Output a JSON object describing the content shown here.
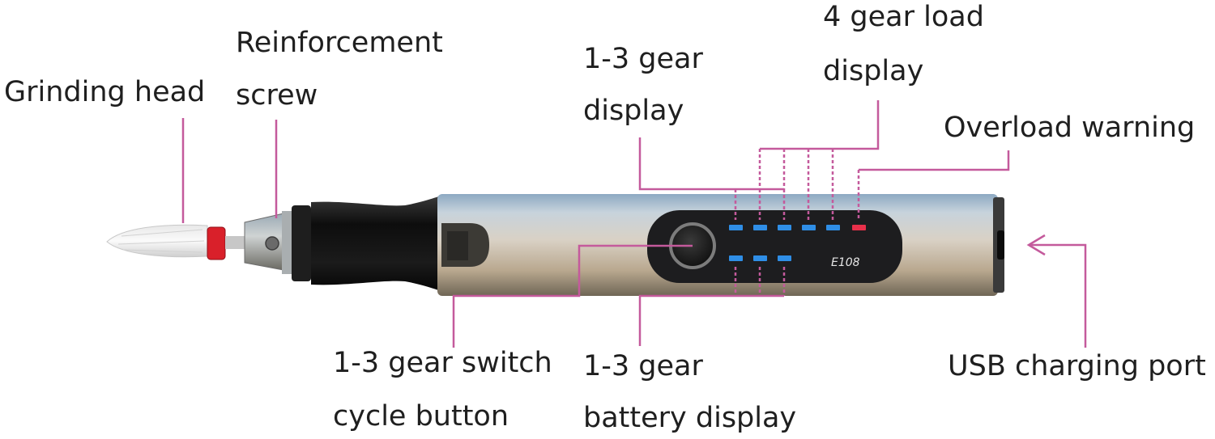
{
  "labels": {
    "grinding_head": "Grinding head",
    "reinforcement_screw_1": "Reinforcement",
    "reinforcement_screw_2": "screw",
    "gear_display_1": "1-3 gear",
    "gear_display_2": "display",
    "load_display_1": "4 gear load",
    "load_display_2": "display",
    "overload_warning": "Overload warning",
    "switch_button_1": "1-3 gear switch",
    "switch_button_2": "cycle button",
    "battery_display_1": "1-3 gear",
    "battery_display_2": "battery display",
    "usb_port": "USB charging port"
  },
  "device": {
    "model": "E108"
  },
  "colors": {
    "leader_line": "#c45a9c",
    "led_blue": "#2f8ee6",
    "led_red": "#e8304a",
    "panel": "#1d1d1f",
    "grip": "#141414",
    "collet_ring": "#d9202a"
  }
}
